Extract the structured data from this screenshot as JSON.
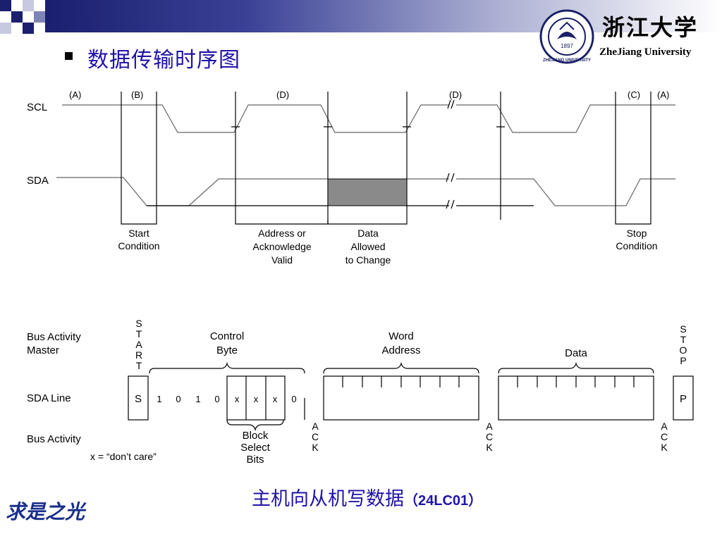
{
  "slide": {
    "title": "数据传输时序图",
    "caption": "主机向从机写数据",
    "caption_model": "（24LC01）",
    "footer_logo_text": "求是之光"
  },
  "university": {
    "name_cn": "浙江大学",
    "name_en": "ZheJiang University",
    "seal_year": "1897",
    "seal_ring_text": "ZHEJIANG UNIVERSITY"
  },
  "timing_diagram": {
    "signals": [
      "SCL",
      "SDA"
    ],
    "phase_labels": [
      "(A)",
      "(B)",
      "(D)",
      "(D)",
      "(C)",
      "(A)"
    ],
    "conditions": [
      [
        "Start",
        "Condition"
      ],
      [
        "Address or",
        "Acknowledge",
        "Valid"
      ],
      [
        "Data",
        "Allowed",
        "to Change"
      ],
      [
        "Stop",
        "Condition"
      ]
    ]
  },
  "bus_diagram": {
    "left_labels": {
      "master": [
        "Bus Activity",
        "Master"
      ],
      "sda": "SDA Line",
      "bus_activity": "Bus Activity",
      "dont_care": "x = “don’t care”"
    },
    "start_letters": [
      "S",
      "T",
      "A",
      "R",
      "T"
    ],
    "stop_letters": [
      "S",
      "T",
      "O",
      "P"
    ],
    "group_labels": {
      "control": [
        "Control",
        "Byte"
      ],
      "word": [
        "Word",
        "Address"
      ],
      "data": "Data",
      "block": [
        "Block",
        "Select",
        "Bits"
      ]
    },
    "bits": [
      "S",
      "1",
      "0",
      "1",
      "0",
      "x",
      "x",
      "x",
      "0"
    ],
    "stop_bit": "P",
    "ack_letters": [
      "A",
      "C",
      "K"
    ]
  }
}
